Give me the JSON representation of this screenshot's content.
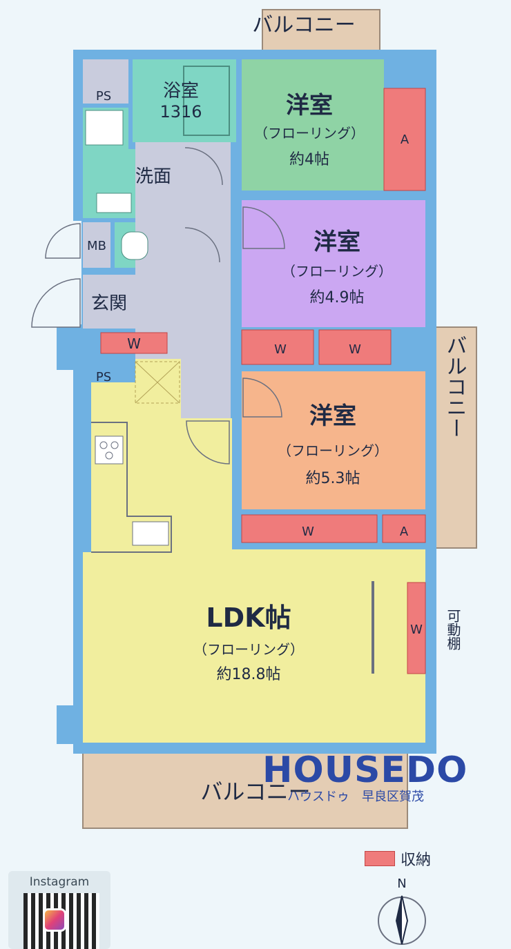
{
  "rooms": {
    "balcony_top": "バルコニー",
    "balcony_right": "バルコニー",
    "balcony_bottom": "バルコニー",
    "ps_top": "PS",
    "ps_mid": "PS",
    "bath_name": "浴室",
    "bath_size": "1316",
    "washroom": "洗面",
    "mb": "MB",
    "entrance": "玄関",
    "storage_w": "W",
    "storage_a": "A",
    "room1_name": "洋室",
    "room1_floor": "（フローリング）",
    "room1_size": "約4帖",
    "room2_name": "洋室",
    "room2_floor": "（フローリング）",
    "room2_size": "約4.9帖",
    "room3_name": "洋室",
    "room3_floor": "（フローリング）",
    "room3_size": "約5.3帖",
    "ldk_name": "LDK帖",
    "ldk_floor": "（フローリング）",
    "ldk_size": "約18.8帖",
    "movable_shelf": "可動棚"
  },
  "legend": {
    "label": "収納"
  },
  "brand": {
    "name": "HOUSEDO",
    "sub": "ハウスドゥ　早良区賀茂"
  },
  "instagram": {
    "label": "Instagram"
  },
  "compass": {
    "north": "N"
  },
  "colors": {
    "wall": "#6fb1e2",
    "bath": "#7fd6c4",
    "room1": "#8fd3a5",
    "room2": "#cba7f2",
    "room3": "#f6b58c",
    "ldk": "#f1ee9e",
    "hall": "#c9ccdd",
    "storage": "#ef7b7b",
    "balcony": "#e4cdb4"
  }
}
